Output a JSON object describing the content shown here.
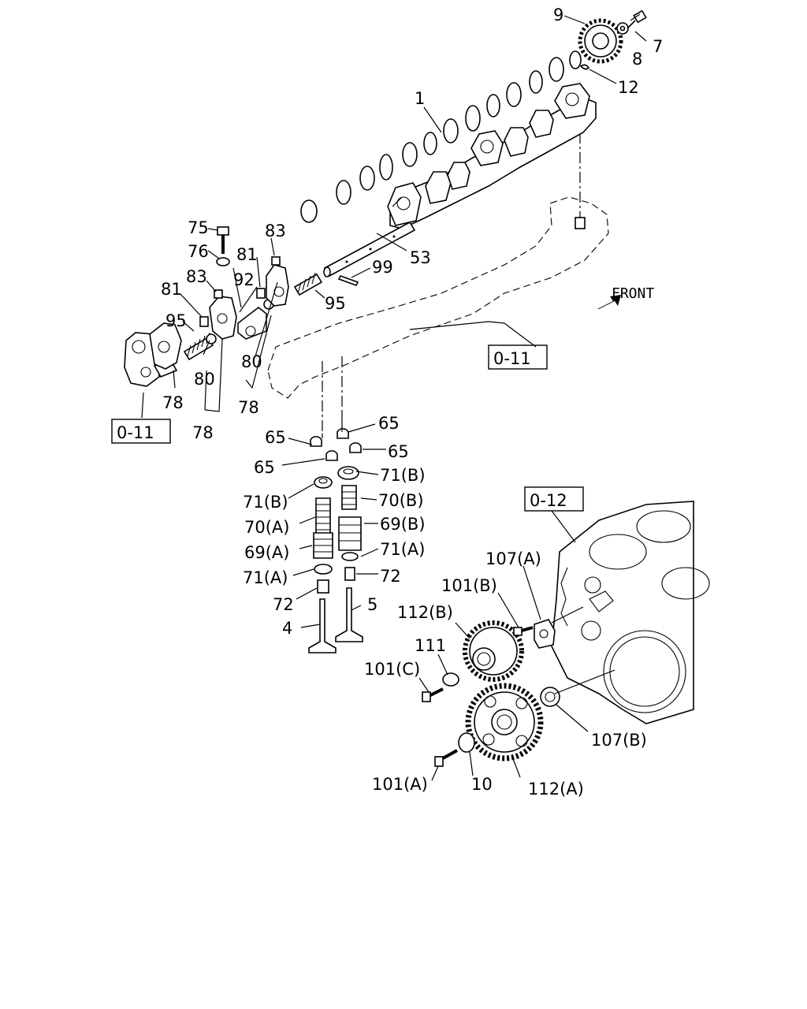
{
  "labels": {
    "p1": "1",
    "p4": "4",
    "p5": "5",
    "p7": "7",
    "p8": "8",
    "p9": "9",
    "p10": "10",
    "p12": "12",
    "p53": "53",
    "p65a": "65",
    "p65b": "65",
    "p65c": "65",
    "p65d": "65",
    "p69a": "69(A)",
    "p69b": "69(B)",
    "p70a": "70(A)",
    "p70b": "70(B)",
    "p71a1": "71(A)",
    "p71a2": "71(A)",
    "p71b1": "71(B)",
    "p71b2": "71(B)",
    "p72a": "72",
    "p72b": "72",
    "p75": "75",
    "p76": "76",
    "p78a": "78",
    "p78b": "78",
    "p78c": "78",
    "p80a": "80",
    "p80b": "80",
    "p81a": "81",
    "p81b": "81",
    "p83a": "83",
    "p83b": "83",
    "p92": "92",
    "p95a": "95",
    "p95b": "95",
    "p99": "99",
    "p101a": "101(A)",
    "p101b": "101(B)",
    "p101c": "101(C)",
    "p107a": "107(A)",
    "p107b": "107(B)",
    "p111": "111",
    "p112a": "112(A)",
    "p112b": "112(B)"
  },
  "refs": {
    "ref_011_right": "0-11",
    "ref_011_left": "0-11",
    "ref_012": "0-12"
  },
  "front_label": "FRONT"
}
